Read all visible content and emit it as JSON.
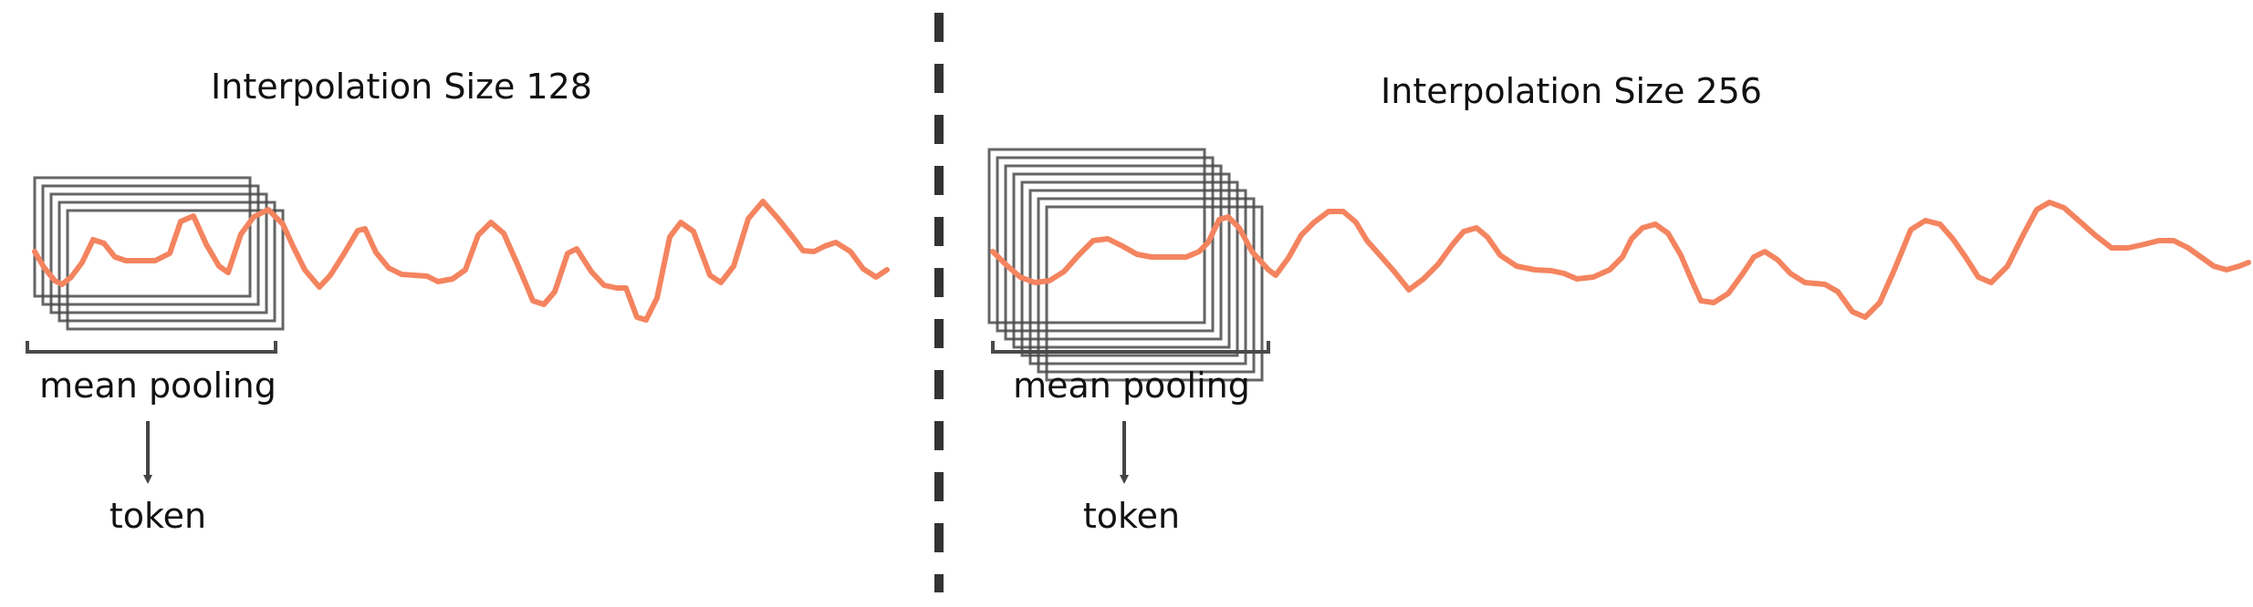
{
  "colors": {
    "signal": "#f4845f",
    "window": "#4a4a4a",
    "divider": "#333333",
    "text": "#111111"
  },
  "panels": [
    {
      "title": "Interpolation Size 128",
      "pooling_label": "mean pooling",
      "token_label": "token"
    },
    {
      "title": "Interpolation Size 256",
      "pooling_label": "mean pooling",
      "token_label": "token"
    }
  ]
}
